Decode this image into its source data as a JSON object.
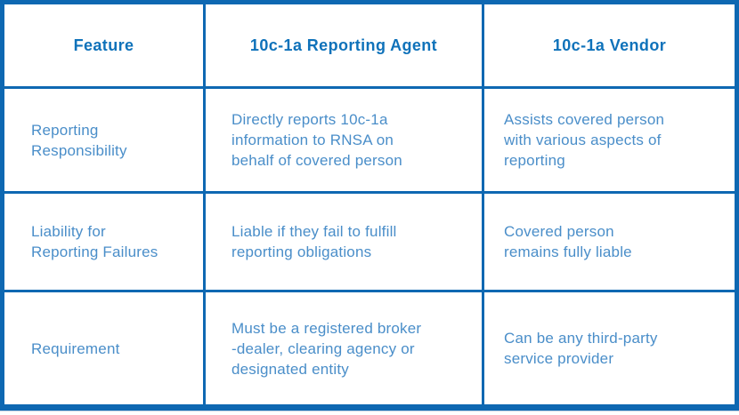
{
  "colors": {
    "border": "#0e68b2",
    "header_text": "#0f72ba",
    "body_text": "#4a8ec9"
  },
  "table": {
    "headers": [
      {
        "label": "Feature"
      },
      {
        "label": "10c-1a Reporting Agent"
      },
      {
        "label": "10c-1a Vendor"
      }
    ],
    "rows": [
      {
        "feature": "Reporting\nResponsibility",
        "reporting_agent": "Directly reports 10c-1a\ninformation to RNSA on\nbehalf of covered person",
        "vendor": "Assists covered person\nwith various aspects of\nreporting"
      },
      {
        "feature": "Liability for\nReporting Failures",
        "reporting_agent": "Liable if they fail to fulfill\nreporting obligations",
        "vendor": "Covered person\nremains fully liable"
      },
      {
        "feature": "Requirement",
        "reporting_agent": "Must be a registered broker\n-dealer, clearing agency or\ndesignated entity",
        "vendor": "Can be any third-party\nservice provider"
      }
    ]
  }
}
